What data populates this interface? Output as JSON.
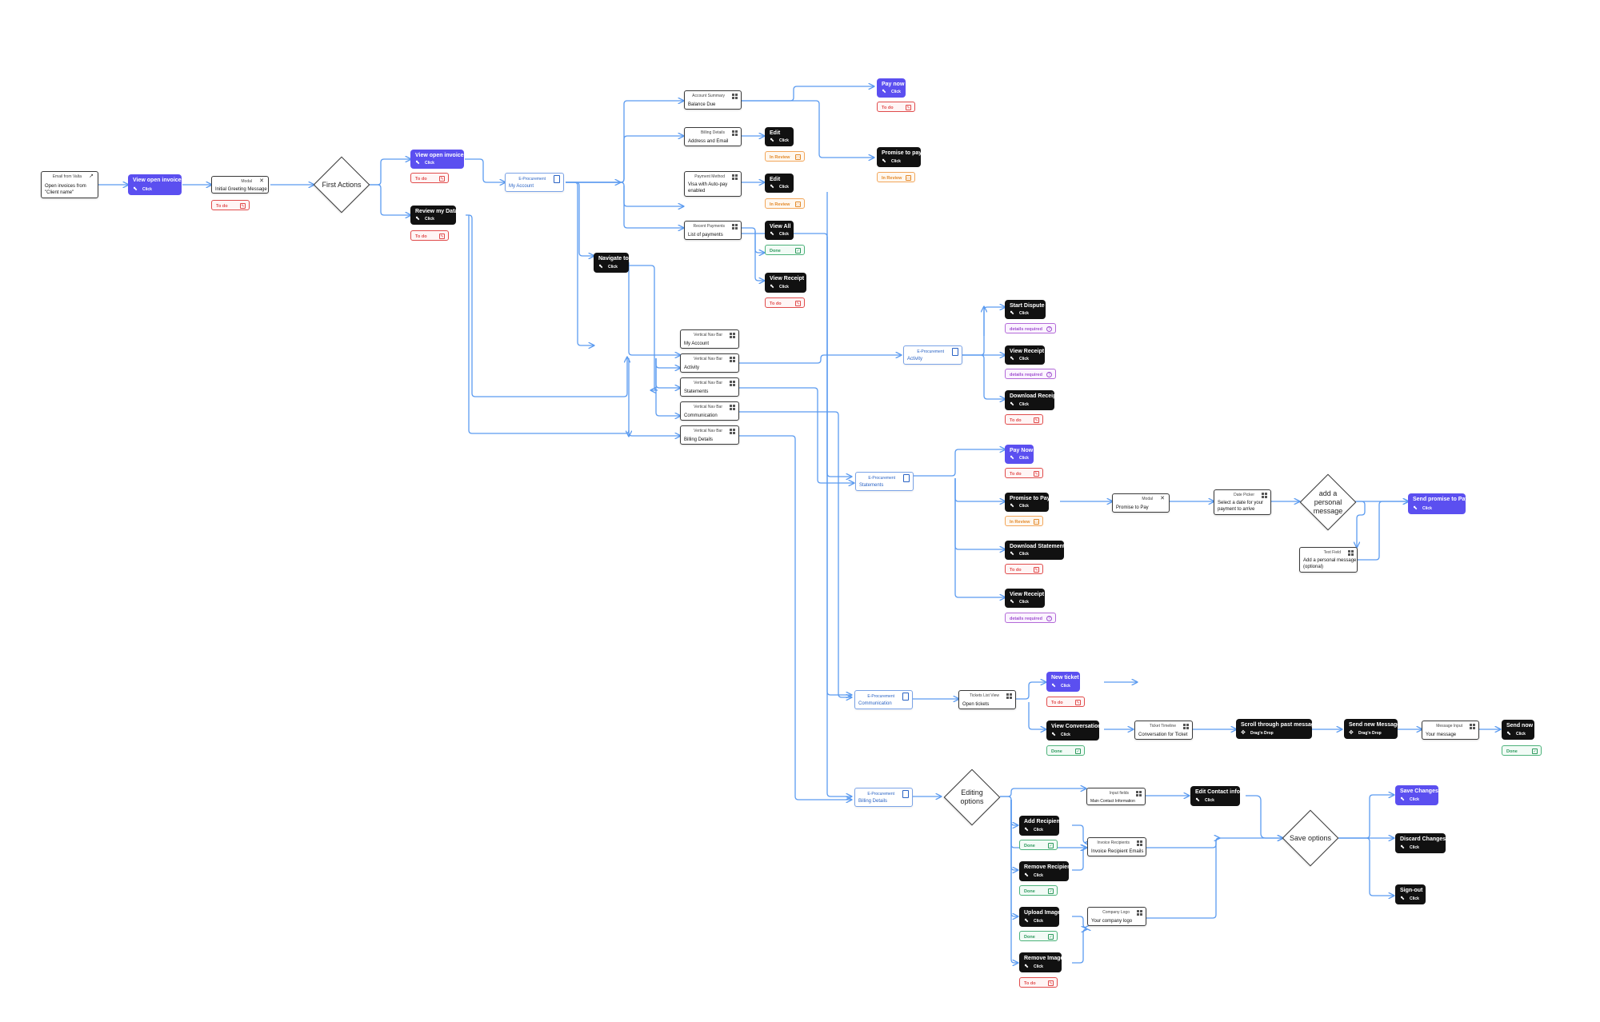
{
  "labels": {
    "click": "Click",
    "drag_drop": "Drag'n Drop",
    "todo": "To do",
    "in_review": "In Review",
    "done": "Done",
    "details_required": "details required",
    "e_procurement": "E-Procurement"
  },
  "email_node": {
    "title": "Email from Valta",
    "text": "Open invoices from\n\"Client name\""
  },
  "view_open_invoices_1": "View open invoices",
  "modal_greeting": {
    "title": "Modal",
    "text": "Initial Greeting Message"
  },
  "first_actions": "First Actions",
  "view_open_invoices_2": "View open invoices",
  "review_my_data": "Review my Data",
  "my_account_ep": {
    "sub": "My Account"
  },
  "navigate_to": "Navigate to",
  "account_summary": {
    "title": "Account Summary",
    "text": "Balance Due"
  },
  "billing_details_screen": {
    "title": "Billing Details",
    "text": "Address and Email"
  },
  "payment_method": {
    "title": "Payment Method",
    "text": "Visa with Auto-pay\nenabled"
  },
  "recent_payments": {
    "title": "Recent Payments",
    "text": "List of payments"
  },
  "pay_now_top": "Pay now",
  "promise_to_pay_top": "Promise to pay",
  "edit_1": "Edit",
  "edit_2": "Edit",
  "view_all": "View All",
  "view_receipt_1": "View Receipt",
  "vnav": {
    "title": "Vertical Nav Bar",
    "items": [
      "My Account",
      "Activity",
      "Statements",
      "Communication",
      "Billing Details"
    ]
  },
  "activity_ep": {
    "sub": "Activity"
  },
  "start_dispute": "Start Dispute",
  "view_receipt_2": "View Receipt",
  "download_receipt": "Download Receipt",
  "statements_ep": {
    "sub": "Statements"
  },
  "pay_now_2": "Pay Now",
  "promise_to_pay_2": "Promise to Pay",
  "download_statement": "Download Statement",
  "view_receipt_3": "View Receipt",
  "modal_promise": {
    "title": "Modal",
    "text": "Promise to Pay"
  },
  "date_picker": {
    "title": "Date Picker",
    "text": "Select a date for your\npayment to arrive"
  },
  "add_personal_message": "add a\npersonal\nmessage",
  "text_field": {
    "title": "Text Field",
    "text": "Add a personal message\n(optional)"
  },
  "send_promise_to_pay": "Send promise to Pay",
  "communication_ep": {
    "sub": "Communication"
  },
  "tickets_list": {
    "title": "Tickets List View",
    "text": "Open tickets"
  },
  "new_ticket": "New ticket",
  "view_conversation": "View Conversation",
  "ticket_timeline": {
    "title": "Ticket Timeline",
    "text": "Conversation for Ticket"
  },
  "scroll_past_messages": "Scroll through past messages",
  "send_new_message": "Send new Message",
  "message_input": {
    "title": "Message Input",
    "text": "Your message"
  },
  "send_now": "Send now",
  "billing_details_ep": {
    "sub": "Billing Details"
  },
  "editing_options": "Editing\noptions",
  "input_fields": {
    "title": "Input fields",
    "text": "Main Contact Information"
  },
  "edit_contact_info": "Edit Contact info",
  "add_recipient": "Add Recipient",
  "remove_recipient": "Remove Recipient",
  "upload_image": "Upload Image",
  "remove_image": "Remove Image",
  "invoice_recipients": {
    "title": "Invoice Recipients",
    "text": "Invoice Recipient Emails"
  },
  "company_logo": {
    "title": "Company Logo",
    "text": "Your company logo"
  },
  "save_options": "Save options",
  "save_changes": "Save Changes",
  "discard_changes": "Discard Changes",
  "sign_out": "Sign-out",
  "colors": {
    "connector": "#5b9bf0",
    "action_blue": "#5b4ff0",
    "action_black": "#111111",
    "todo": "#e04b4b",
    "in_review": "#f2a65a",
    "done": "#4cb27a",
    "details": "#b36ad8"
  }
}
